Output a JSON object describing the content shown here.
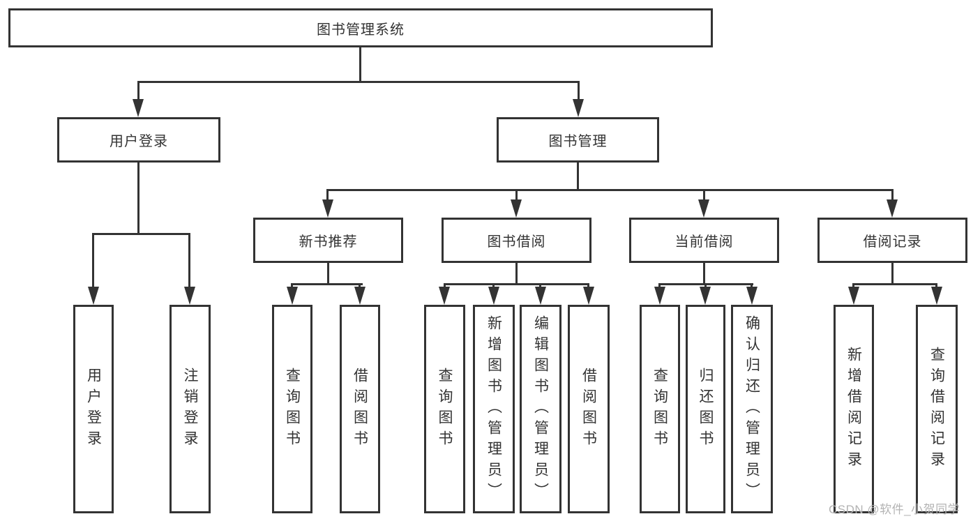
{
  "colors": {
    "line": "#333333",
    "text": "#333333",
    "background": "#ffffff",
    "watermark_text": "#b3b3b3"
  },
  "watermark": "CSDN @软件_小贺同学",
  "tree": {
    "root": {
      "label": "图书管理系统"
    },
    "branches": [
      {
        "label": "用户登录",
        "children": [
          {
            "label": "用户登录"
          },
          {
            "label": "注销登录"
          }
        ]
      },
      {
        "label": "图书管理",
        "children": [
          {
            "label": "新书推荐",
            "children": [
              {
                "label": "查询图书"
              },
              {
                "label": "借阅图书"
              }
            ]
          },
          {
            "label": "图书借阅",
            "children": [
              {
                "label": "查询图书"
              },
              {
                "label": "新增图书（管理员）"
              },
              {
                "label": "编辑图书（管理员）"
              },
              {
                "label": "借阅图书"
              }
            ]
          },
          {
            "label": "当前借阅",
            "children": [
              {
                "label": "查询图书"
              },
              {
                "label": "归还图书"
              },
              {
                "label": "确认归还（管理员）"
              }
            ]
          },
          {
            "label": "借阅记录",
            "children": [
              {
                "label": "新增借阅记录"
              },
              {
                "label": "查询借阅记录"
              }
            ]
          }
        ]
      }
    ]
  }
}
